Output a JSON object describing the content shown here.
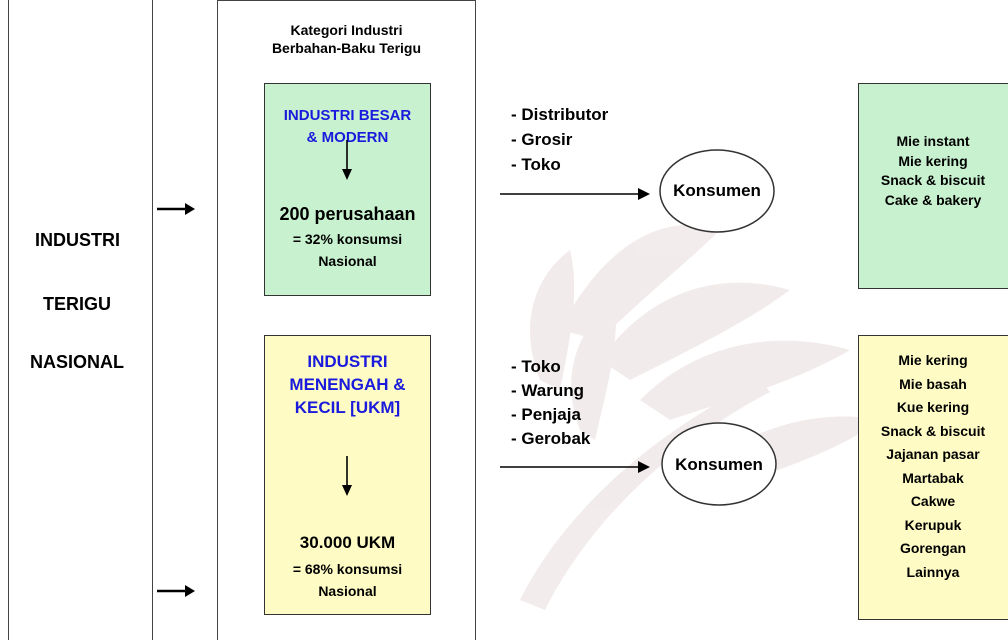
{
  "left": {
    "line1": "INDUSTRI",
    "line2": "TERIGU",
    "line3": "NASIONAL"
  },
  "middle": {
    "title_line1": "Kategori Industri",
    "title_line2": "Berbahan-Baku Terigu",
    "large": {
      "line1": "INDUSTRI BESAR",
      "line2": "& MODERN",
      "count": "200 perusahaan",
      "share": "= 32% konsumsi",
      "scope": "Nasional"
    },
    "small": {
      "line1": "INDUSTRI",
      "line2": "MENENGAH &",
      "line3": "KECIL [UKM]",
      "count": "30.000 UKM",
      "share": "= 68% konsumsi",
      "scope": "Nasional"
    }
  },
  "channels_top": [
    "- Distributor",
    "- Grosir",
    "- Toko"
  ],
  "channels_bottom": [
    "- Toko",
    "- Warung",
    "- Penjaja",
    "- Gerobak"
  ],
  "consumer_top": "Konsumen",
  "consumer_bottom": "Konsumen",
  "products_top": [
    "Mie instant",
    "Mie kering",
    "Snack & biscuit",
    "Cake & bakery"
  ],
  "products_bottom": [
    "Mie kering",
    "Mie basah",
    "Kue kering",
    "Snack & biscuit",
    "Jajanan pasar",
    "Martabak",
    "Cakwe",
    "Kerupuk",
    "Gorengan",
    "Lainnya"
  ],
  "colors": {
    "green_fill": "#c8f2cf",
    "yellow_fill": "#fefcc4",
    "blue_text": "#1a1adc",
    "border": "#444444"
  }
}
